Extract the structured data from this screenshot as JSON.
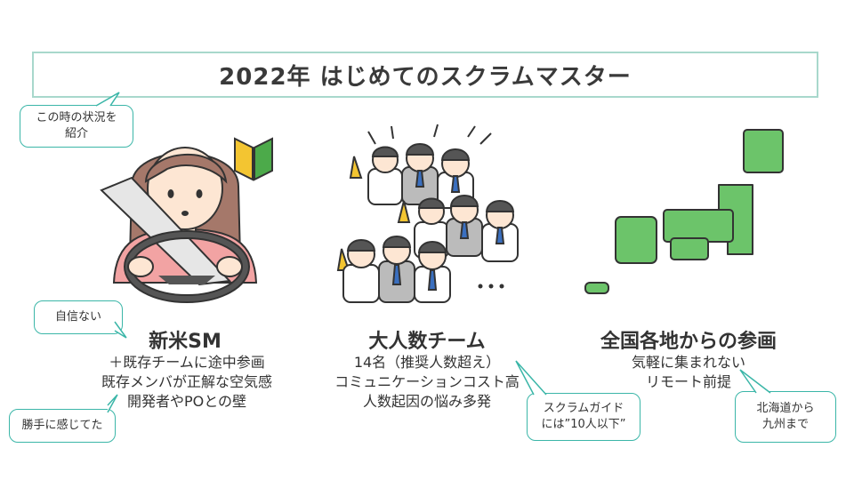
{
  "title": "2022年  はじめてのスクラムマスター",
  "bubbles": {
    "intro": [
      "この時の状況を",
      "紹介"
    ],
    "no_confidence": "自信ない",
    "felt_alone": "勝手に感じてた",
    "scrum_guide": [
      "スクラムガイド",
      "には”10人以下”"
    ],
    "hokkaido": [
      "北海道から",
      "九州まで"
    ]
  },
  "columns": {
    "sm": {
      "heading": "新米SM",
      "lines": [
        "＋既存チームに途中参画",
        "既存メンバが正解な空気感",
        "開発者やPOとの壁"
      ]
    },
    "team": {
      "heading": "大人数チーム",
      "lines": [
        "14名（推奨人数超え）",
        "コミュニケーションコスト高",
        "人数起因の悩み多発"
      ]
    },
    "remote": {
      "heading": "全国各地からの参画",
      "lines": [
        "気軽に集まれない",
        "リモート前提"
      ]
    }
  },
  "colors": {
    "accent_teal": "#3bb6a8",
    "title_border": "#a8d8cc",
    "map_green": "#6cc46a",
    "shoshinsha_green": "#4caa4a",
    "shoshinsha_yellow": "#f3c531",
    "skin": "#fde6d3",
    "hair": "#a5786a",
    "sweater_pink": "#f2a3a3"
  },
  "icons": [
    "beginner-driver-mark-icon",
    "woman-driving-illustration",
    "crowd-illustration",
    "japan-map-illustration",
    "ellipsis-icon"
  ]
}
